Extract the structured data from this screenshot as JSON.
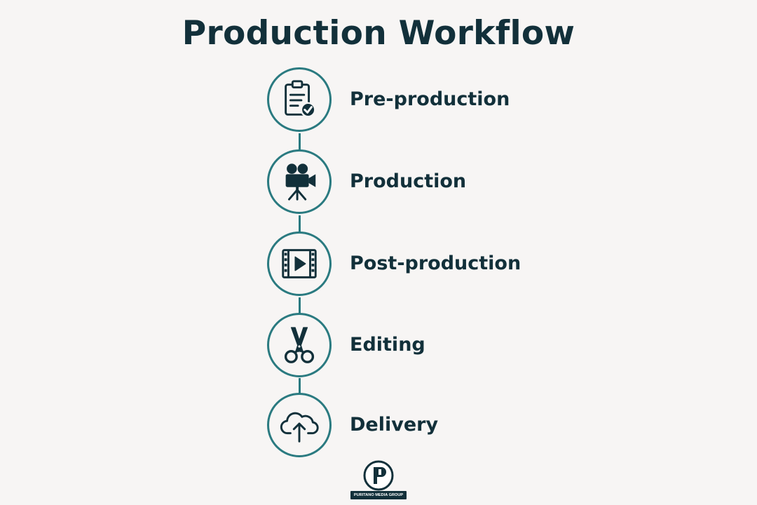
{
  "title": "Production Workflow",
  "steps": [
    {
      "label": "Pre-production",
      "icon": "clipboard-check-icon"
    },
    {
      "label": "Production",
      "icon": "movie-camera-icon"
    },
    {
      "label": "Post-production",
      "icon": "film-play-icon"
    },
    {
      "label": "Editing",
      "icon": "scissors-icon"
    },
    {
      "label": "Delivery",
      "icon": "cloud-upload-icon"
    }
  ],
  "logo": {
    "text": "PURITANO MEDIA GROUP"
  },
  "colors": {
    "accent": "#2a7a80",
    "text": "#12303a",
    "background": "#f7f5f4"
  }
}
